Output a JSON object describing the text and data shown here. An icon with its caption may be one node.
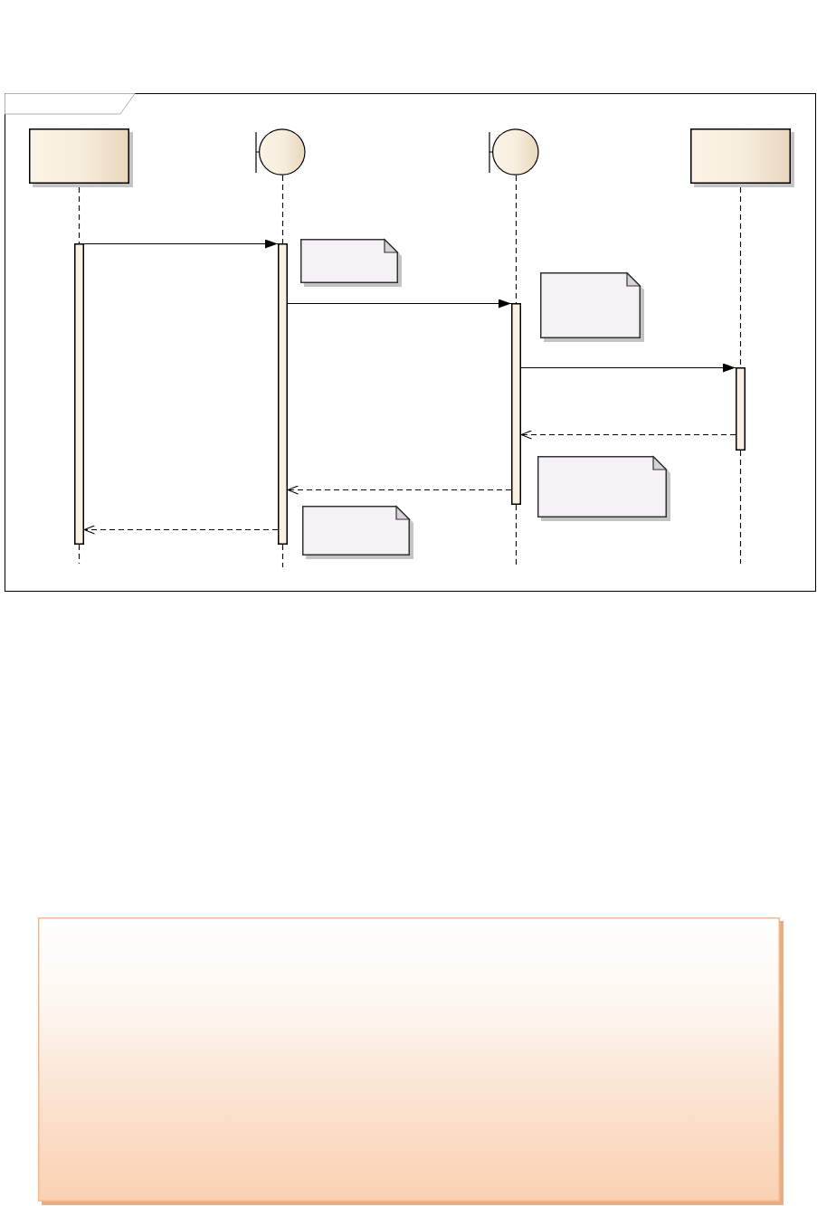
{
  "diagram": {
    "nodes": [
      {
        "text": [],
        "shape": "box"
      },
      {
        "text": [],
        "shape": "box",
        "in": 0
      },
      {
        "text": [],
        "shape": "circle",
        "in": 0
      },
      {
        "text": [],
        "shape": "circle",
        "in": 0
      },
      {
        "text": [],
        "shape": "box",
        "in": 0
      },
      {
        "text": [],
        "shape": "bar",
        "in": 0
      },
      {
        "text": [],
        "shape": "bar",
        "in": 0
      },
      {
        "text": [],
        "shape": "note",
        "in": 0
      },
      {
        "text": [],
        "shape": "note",
        "in": 0
      },
      {
        "text": [],
        "shape": "bar",
        "in": 0
      },
      {
        "text": [],
        "shape": "bar",
        "in": 0
      },
      {
        "text": [],
        "shape": "note",
        "in": 0
      },
      {
        "text": [],
        "shape": "note",
        "in": 0
      },
      {
        "text": [],
        "shape": "box"
      }
    ],
    "edges": [
      {
        "from": 1,
        "to": 5,
        "arrow": "none",
        "style": "dashed"
      },
      {
        "from": 5,
        "to": null,
        "arrow": "none",
        "style": "dashed"
      },
      {
        "from": 2,
        "to": 6,
        "arrow": "none",
        "style": "dashed"
      },
      {
        "from": 6,
        "to": null,
        "arrow": "none",
        "style": "dashed"
      },
      {
        "from": 3,
        "to": 9,
        "arrow": "none",
        "style": "dashed"
      },
      {
        "from": 9,
        "to": null,
        "arrow": "none",
        "style": "dashed"
      },
      {
        "from": 4,
        "to": 10,
        "arrow": "none",
        "style": "dashed"
      },
      {
        "from": 10,
        "to": null,
        "arrow": "none",
        "style": "dashed"
      },
      {
        "from": 5,
        "to": 6,
        "arrow": "to"
      },
      {
        "from": 6,
        "to": 9,
        "arrow": "to"
      },
      {
        "from": 9,
        "to": 10,
        "arrow": "to"
      },
      {
        "from": 10,
        "to": 9,
        "arrow": "to",
        "style": "dashed"
      },
      {
        "from": 9,
        "to": 6,
        "arrow": "to",
        "style": "dashed"
      },
      {
        "from": 6,
        "to": 5,
        "arrow": "to",
        "style": "dashed"
      }
    ]
  }
}
